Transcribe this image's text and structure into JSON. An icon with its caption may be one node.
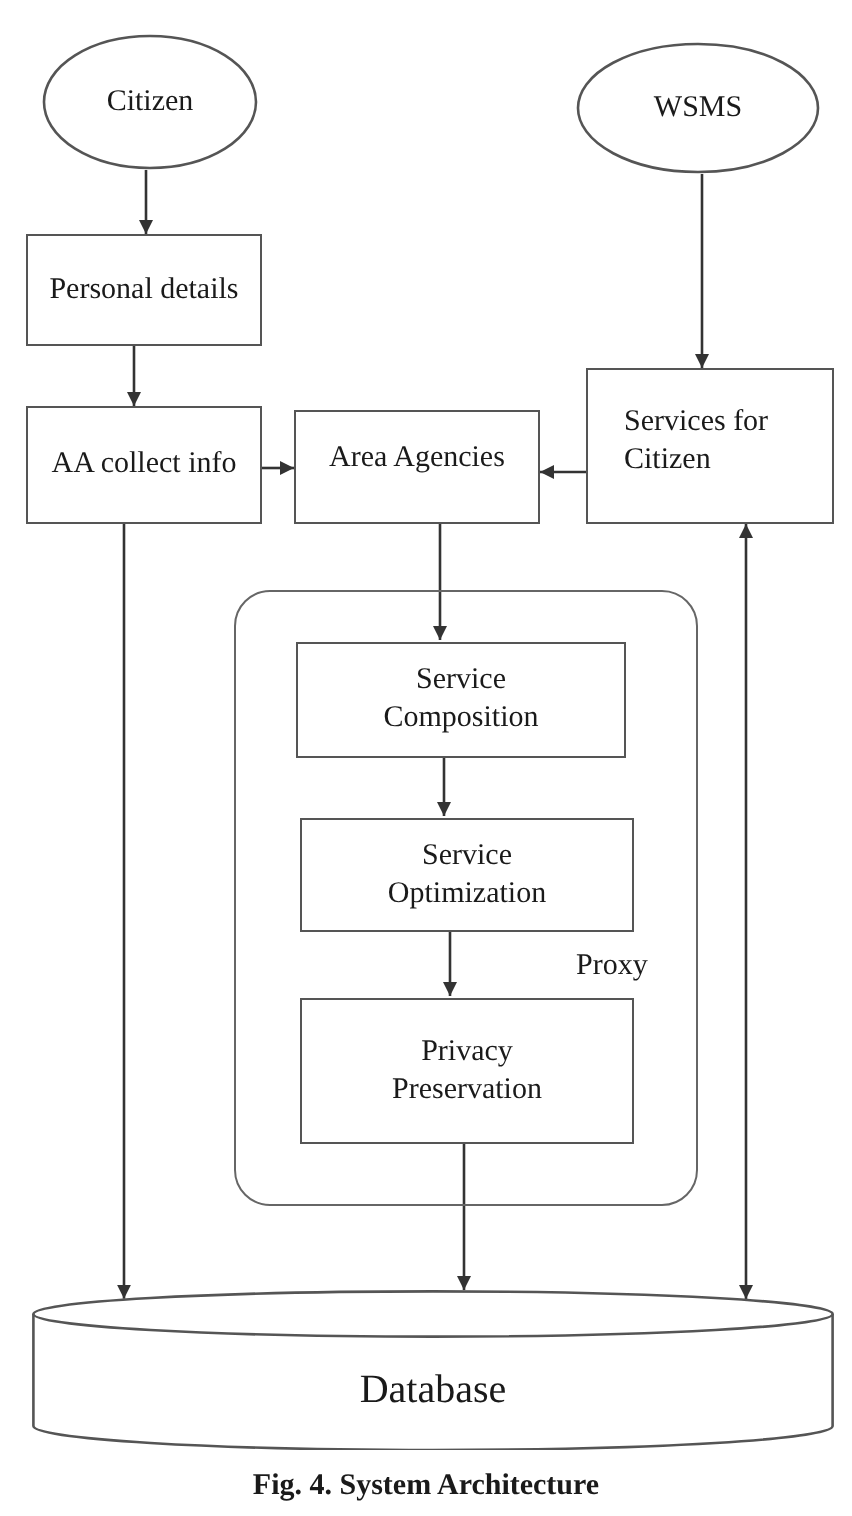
{
  "diagram": {
    "caption": "Fig. 4. System Architecture",
    "nodes": [
      {
        "text": [
          "Citizen"
        ]
      },
      {
        "text": [
          "WSMS"
        ]
      },
      {
        "text": [
          "Personal details"
        ]
      },
      {
        "text": [
          "AA collect info"
        ]
      },
      {
        "text": [
          "Area Agencies"
        ]
      },
      {
        "text": [
          "Services for Citizen"
        ]
      },
      {
        "text": [
          "Proxy"
        ]
      },
      {
        "text": [
          "Service Composition"
        ],
        "in": 6
      },
      {
        "text": [
          "Service Optimization"
        ],
        "in": 6
      },
      {
        "text": [
          "Privacy Preservation"
        ],
        "in": 6
      },
      {
        "text": [
          "Database"
        ]
      }
    ],
    "edges": [
      {
        "from": 0,
        "to": 2,
        "arrow": "to"
      },
      {
        "from": 2,
        "to": 3,
        "arrow": "to"
      },
      {
        "from": 1,
        "to": 5,
        "arrow": "to"
      },
      {
        "from": 3,
        "to": 4,
        "arrow": "to"
      },
      {
        "from": 5,
        "to": 4,
        "arrow": "to"
      },
      {
        "from": 4,
        "to": 7,
        "arrow": "to"
      },
      {
        "from": 7,
        "to": 8,
        "arrow": "to"
      },
      {
        "from": 8,
        "to": 9,
        "arrow": "to"
      },
      {
        "from": 9,
        "to": 10,
        "arrow": "to"
      },
      {
        "from": 3,
        "to": 10,
        "arrow": "to"
      },
      {
        "from": 10,
        "to": 5,
        "arrow": "both"
      }
    ]
  }
}
